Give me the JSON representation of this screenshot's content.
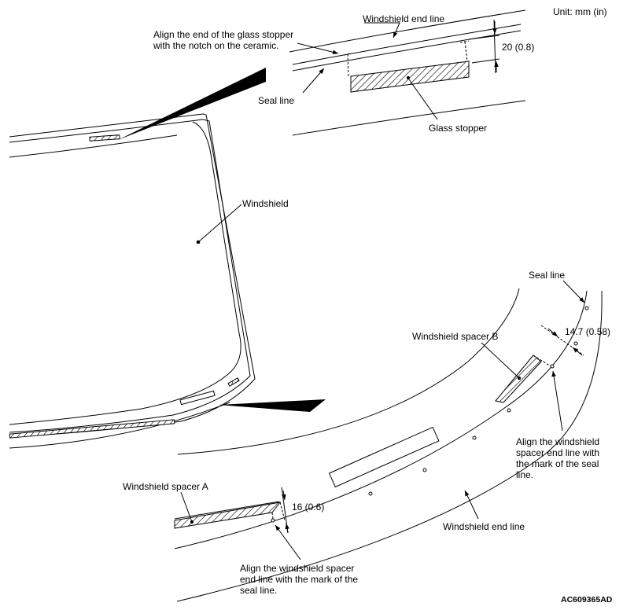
{
  "header": {
    "unit": "Unit: mm (in)",
    "figure_code": "AC609365AD"
  },
  "top_detail": {
    "end_line_label": "Windshield end line",
    "align_note": "Align the end of the glass stopper\nwith the notch on the ceramic.",
    "seal_line_label": "Seal line",
    "dimension": "20 (0.8)",
    "stopper_label": "Glass stopper"
  },
  "overview": {
    "windshield_label": "Windshield"
  },
  "bottom_detail": {
    "seal_line_label": "Seal line",
    "spacer_b_label": "Windshield spacer B",
    "dimension_b": "14.7 (0.58)",
    "align_b_note": "Align the windshield\nspacer end line with\nthe mark of the seal\nline.",
    "spacer_a_label": "Windshield spacer A",
    "dimension_a": "16 (0.6)",
    "end_line_label": "Windshield end line",
    "align_a_note": "Align the windshield spacer\nend line with the mark of the\nseal line."
  }
}
